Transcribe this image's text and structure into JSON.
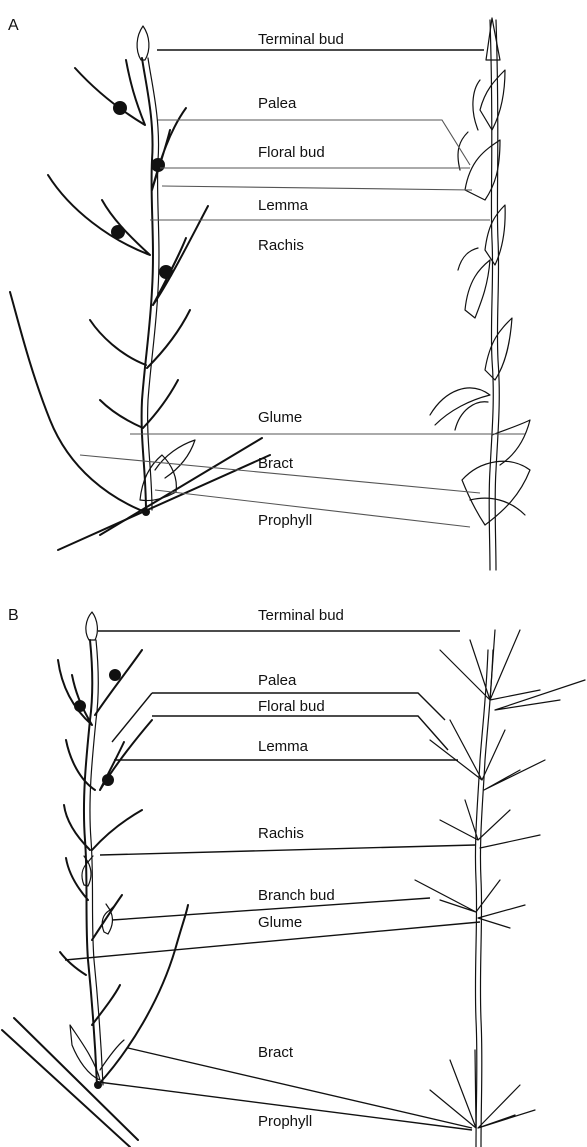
{
  "panels": {
    "a": {
      "letter": "A",
      "labels": {
        "terminal_bud": "Terminal bud",
        "palea": "Palea",
        "floral_bud": "Floral bud",
        "lemma": "Lemma",
        "rachis": "Rachis",
        "glume": "Glume",
        "bract": "Bract",
        "prophyll": "Prophyll"
      }
    },
    "b": {
      "letter": "B",
      "labels": {
        "terminal_bud": "Terminal bud",
        "palea": "Palea",
        "floral_bud": "Floral bud",
        "lemma": "Lemma",
        "rachis": "Rachis",
        "branch_bud": "Branch bud",
        "glume": "Glume",
        "bract": "Bract",
        "prophyll": "Prophyll"
      }
    }
  }
}
